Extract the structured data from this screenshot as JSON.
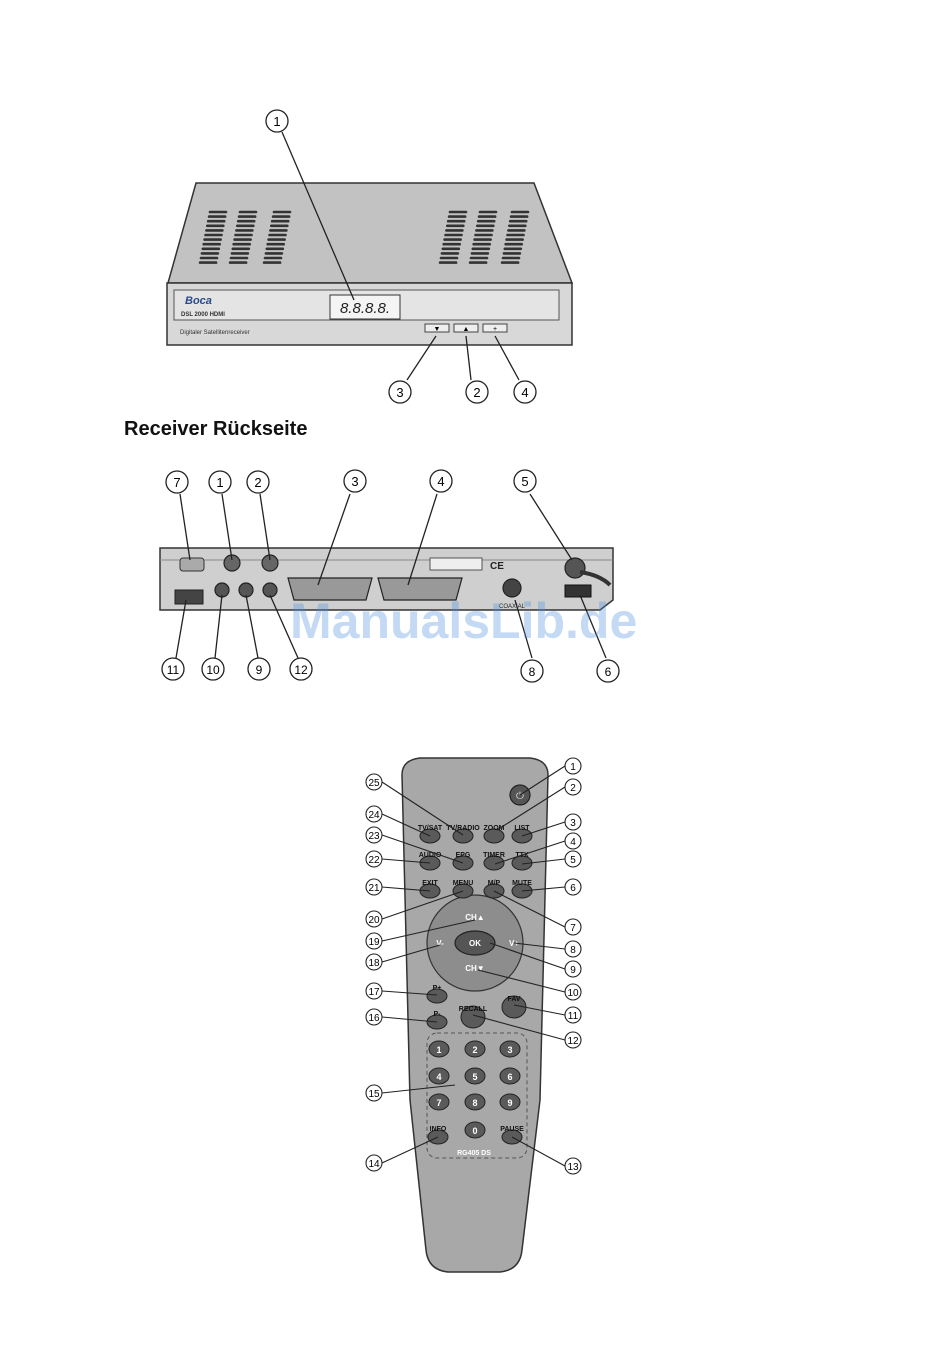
{
  "front_view": {
    "brand": "Boca",
    "model": "DSL 2000 HDMI",
    "display": "8.8.8.8.",
    "subtitle": "Digitaler Satellitenreceiver",
    "button_symbols": [
      "▼",
      "▲",
      "+"
    ],
    "callouts": [
      "1",
      "3",
      "2",
      "4"
    ]
  },
  "rear_section": {
    "heading": "Receiver Rückseite",
    "coaxial_label": "COAXIAL",
    "callouts_top": [
      "7",
      "1",
      "2",
      "3",
      "4",
      "5"
    ],
    "callouts_bottom": [
      "11",
      "10",
      "9",
      "12",
      "8",
      "6"
    ]
  },
  "watermark": "ManualsLib.de",
  "remote": {
    "model": "RG405 DS",
    "buttons": {
      "tvsat": "TV/SAT",
      "tvradio": "TV/RADIO",
      "zoom": "ZOOM",
      "list": "LIST",
      "audio": "AUDIO",
      "epg": "EPG",
      "timer": "TIMER",
      "ttx": "TTX",
      "exit": "EXIT",
      "menu": "MENU",
      "mp": "M/P",
      "mute": "MUTE",
      "ch_up": "CH▲",
      "ch_down": "CH▼",
      "v_minus": "V-",
      "v_plus": "V+",
      "ok": "OK",
      "p_plus": "P+",
      "p_minus": "P-",
      "recall": "RECALL",
      "fav": "FAV",
      "info": "INFO",
      "pause": "PAUSE"
    },
    "digits": [
      "1",
      "2",
      "3",
      "4",
      "5",
      "6",
      "7",
      "8",
      "9",
      "0"
    ],
    "callouts_right": [
      "1",
      "2",
      "3",
      "4",
      "5",
      "6",
      "7",
      "8",
      "9",
      "10",
      "11",
      "12",
      "13"
    ],
    "callouts_left": [
      "25",
      "24",
      "23",
      "22",
      "21",
      "20",
      "19",
      "18",
      "17",
      "16",
      "15",
      "14"
    ]
  }
}
